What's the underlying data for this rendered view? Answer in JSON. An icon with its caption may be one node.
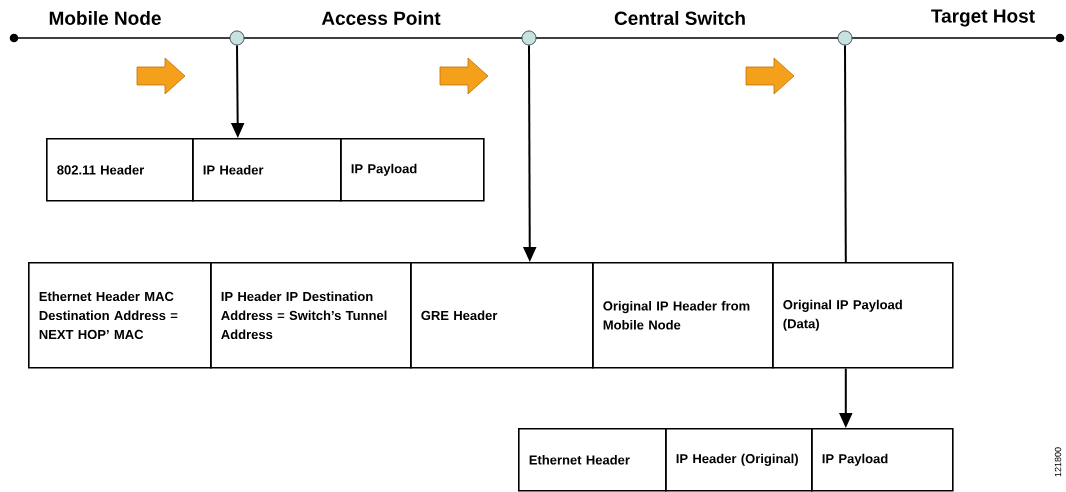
{
  "diagram": {
    "nodes": [
      {
        "text": [],
        "shape": "circle"
      },
      {
        "text": [],
        "shape": "circle"
      },
      {
        "text": [],
        "shape": "circle"
      },
      {
        "text": [
          "802.11 Header"
        ]
      },
      {
        "text": [
          "IP Header"
        ]
      },
      {
        "text": [
          "IP Payload"
        ]
      },
      {
        "text": [
          "Ethernet Header MAC Destination Address = NEXT HOP’ MAC"
        ]
      },
      {
        "text": [
          "IP Header IP Destination Address = Switch’s Tunnel Address"
        ]
      },
      {
        "text": [
          "GRE Header"
        ]
      },
      {
        "text": [
          "Original IP Header from Mobile Node"
        ]
      },
      {
        "text": [
          "Original IP Payload (Data)"
        ]
      },
      {
        "text": [
          "Ethernet Header"
        ]
      },
      {
        "text": [
          "IP Header (Original)"
        ]
      },
      {
        "text": [
          "IP Payload"
        ]
      }
    ],
    "edges": [
      {
        "from": 0,
        "to": 4,
        "arrow": "to"
      },
      {
        "from": 1,
        "to": 8,
        "arrow": "to"
      },
      {
        "from": 2,
        "to": 10,
        "arrow": "none"
      },
      {
        "from": 10,
        "to": 13,
        "arrow": "to"
      }
    ],
    "labels": [
      "Mobile Node",
      "Access Point",
      "Central Switch",
      "Target Host",
      "121800"
    ]
  }
}
